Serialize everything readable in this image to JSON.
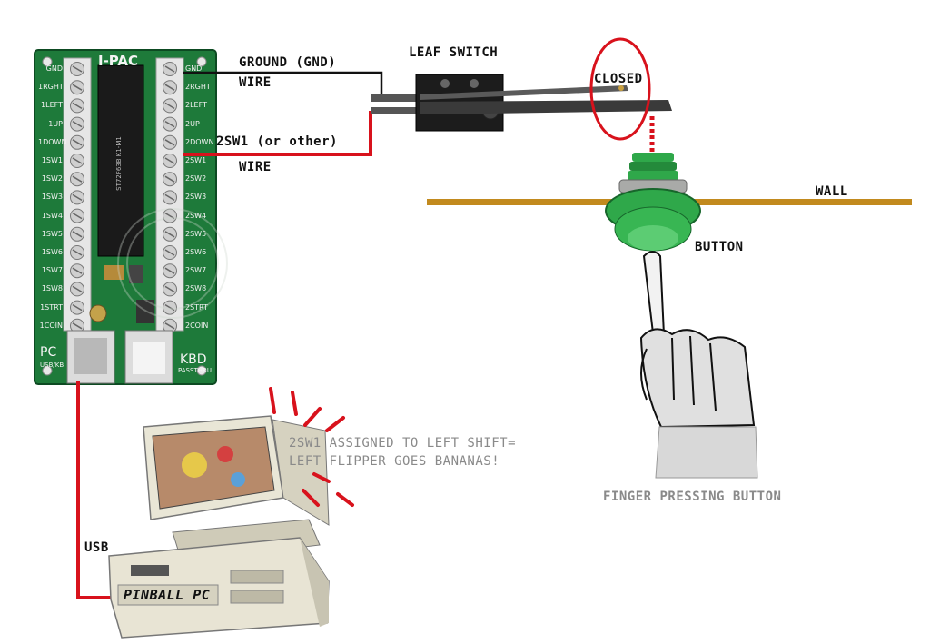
{
  "labels": {
    "ground_wire_line1": "GROUND (GND)",
    "ground_wire_line2": "WIRE",
    "switch_wire_line1": "2SW1 (or other)",
    "switch_wire_line2": "WIRE",
    "leaf_switch": "LEAF SWITCH",
    "closed": "CLOSED",
    "wall": "WALL",
    "button": "BUTTON",
    "finger": "FINGER PRESSING BUTTON",
    "assignment_line1": "2SW1 ASSIGNED TO LEFT SHIFT=",
    "assignment_line2": "LEFT FLIPPER GOES BANANAS!",
    "usb": "USB",
    "pinball_pc": "PINBALL PC"
  },
  "board": {
    "brand": "I-PAC",
    "pc_label": "PC",
    "pc_sub": "USB/KB",
    "kbd_label": "KBD",
    "kbd_sub": "PASSTHRU",
    "left_pins": [
      "GND",
      "1RGHT",
      "1LEFT",
      "1UP",
      "1DOWN",
      "1SW1",
      "1SW2",
      "1SW3",
      "1SW4",
      "1SW5",
      "1SW6",
      "1SW7",
      "1SW8",
      "1STRT",
      "1COIN"
    ],
    "right_pins": [
      "GND",
      "2RGHT",
      "2LEFT",
      "2UP",
      "2DOWN",
      "2SW1",
      "2SW2",
      "2SW3",
      "2SW4",
      "2SW5",
      "2SW6",
      "2SW7",
      "2SW8",
      "2STRT",
      "2COIN"
    ]
  },
  "colors": {
    "board_green": "#1e7a3a",
    "wire_red": "#d8121c",
    "wall_tan": "#c28a1e",
    "button_green": "#2fa84a",
    "circle_red": "#d8121c"
  }
}
